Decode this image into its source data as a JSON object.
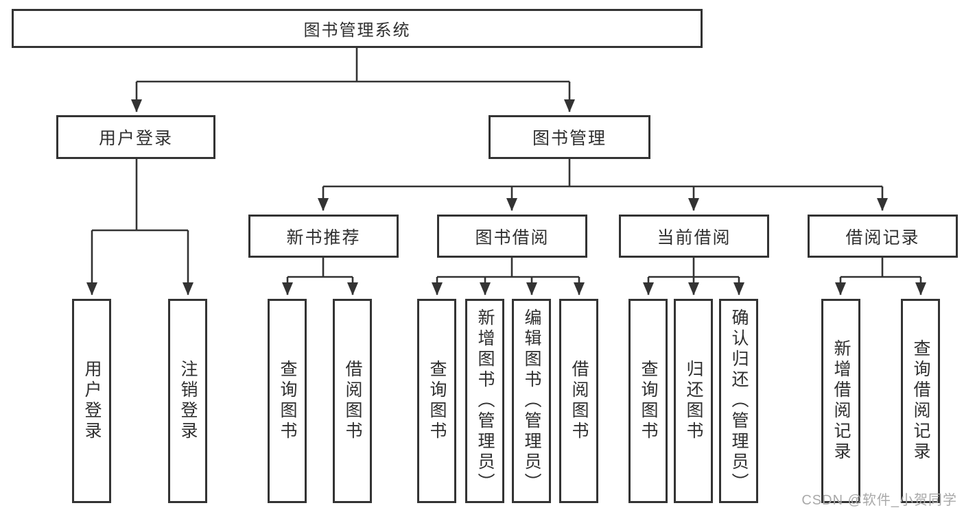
{
  "palette": {
    "stroke": "#333333",
    "text": "#2f2f2f",
    "background": "#ffffff",
    "watermark_color": "#a9a9a9"
  },
  "diagram_type": "hierarchy-tree",
  "nodes": {
    "root": "图书管理系统",
    "user_login": "用户登录",
    "book_management": "图书管理",
    "new_books": "新书推荐",
    "book_borrow": "图书借阅",
    "current_borrow": "当前借阅",
    "borrow_records": "借阅记录",
    "leaves": {
      "user_login": [
        "用户登录",
        "注销登录"
      ],
      "new_books": [
        "查询图书",
        "借阅图书"
      ],
      "book_borrow": [
        "查询图书",
        "新增图书（管理员）",
        "编辑图书（管理员）",
        "借阅图书"
      ],
      "current_borrow": [
        "查询图书",
        "归还图书",
        "确认归还（管理员）"
      ],
      "borrow_records": [
        "新增借阅记录",
        "查询借阅记录"
      ]
    }
  },
  "watermark": "CSDN @软件_小贺同学"
}
